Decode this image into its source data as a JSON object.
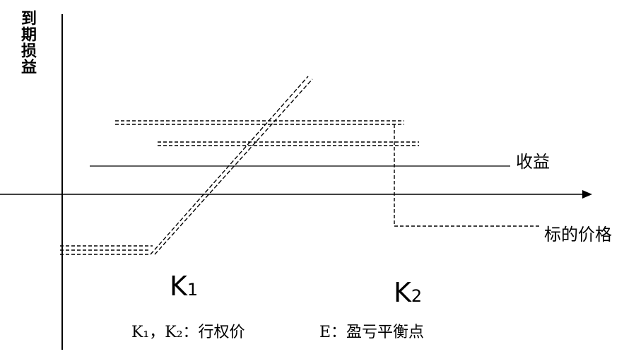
{
  "diagram": {
    "y_axis_label": "到期损益",
    "income_label": "收益",
    "x_axis_label": "标的价格",
    "strike1": {
      "letter": "K",
      "sub": "1"
    },
    "strike2": {
      "letter": "K",
      "sub": "2"
    },
    "note_strikes": "K₁，K₂：行权价",
    "note_breakeven": "E：盈亏平衡点"
  }
}
